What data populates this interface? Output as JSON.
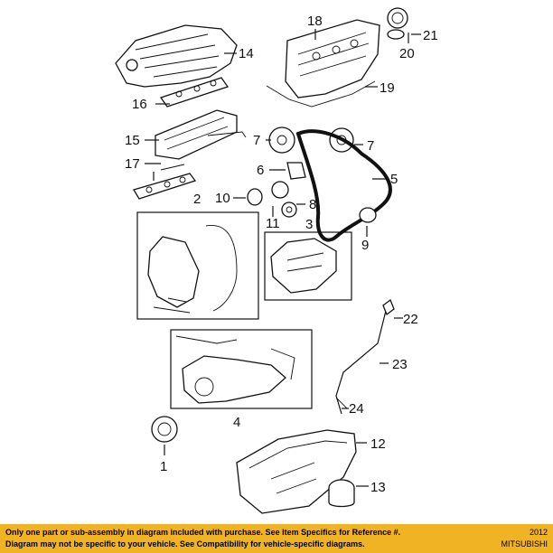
{
  "callouts": {
    "c1": "1",
    "c2": "2",
    "c3": "3",
    "c4": "4",
    "c5": "5",
    "c6": "6",
    "c7a": "7",
    "c7b": "7",
    "c8": "8",
    "c9": "9",
    "c10": "10",
    "c11": "11",
    "c12": "12",
    "c13": "13",
    "c14": "14",
    "c15": "15",
    "c16": "16",
    "c17": "17",
    "c18": "18",
    "c19": "19",
    "c20": "20",
    "c21": "21",
    "c22": "22",
    "c23": "23",
    "c24": "24"
  },
  "footer": {
    "line1": "Only one part or sub-assembly in diagram included with purchase. See Item Specifics for Reference #.",
    "line2": "Diagram may not be specific to your vehicle. See Compatibility for vehicle-specific diagrams.",
    "year": "2012",
    "brand": "MITSUBISHI"
  },
  "colors": {
    "footer_bg": "#f0b323",
    "ink": "#111111"
  }
}
